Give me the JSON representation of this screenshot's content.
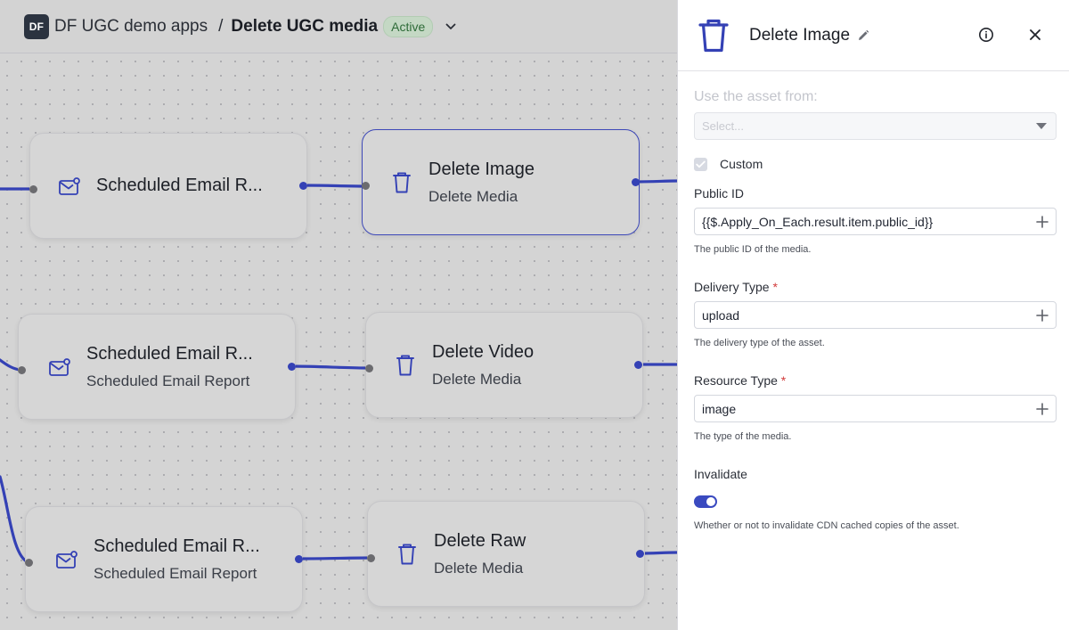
{
  "header": {
    "logo": "DF",
    "app_name": "DF UGC demo apps",
    "separator": "/",
    "flow_name": "Delete UGC media",
    "status": "Active"
  },
  "nodes": [
    {
      "title": "Scheduled Email R...",
      "subtitle": "",
      "icon": "email-gear-icon"
    },
    {
      "title": "Delete Image",
      "subtitle": "Delete Media",
      "icon": "trash-icon",
      "selected": true
    },
    {
      "title": "Scheduled Email R...",
      "subtitle": "Scheduled Email Report",
      "icon": "email-gear-icon"
    },
    {
      "title": "Delete Video",
      "subtitle": "Delete Media",
      "icon": "trash-icon"
    },
    {
      "title": "Scheduled Email R...",
      "subtitle": "Scheduled Email Report",
      "icon": "email-gear-icon"
    },
    {
      "title": "Delete Raw",
      "subtitle": "Delete Media",
      "icon": "trash-icon"
    }
  ],
  "panel": {
    "title": "Delete Image",
    "asset_label": "Use the asset from:",
    "asset_placeholder": "Select...",
    "custom_label": "Custom",
    "custom_checked": true,
    "public_id": {
      "label": "Public ID",
      "value": "{{$.Apply_On_Each.result.item.public_id}}",
      "help": "The public ID of the media."
    },
    "delivery_type": {
      "label": "Delivery Type",
      "required": "*",
      "value": "upload",
      "help": "The delivery type of the asset."
    },
    "resource_type": {
      "label": "Resource Type",
      "required": "*",
      "value": "image",
      "help": "The type of the media."
    },
    "invalidate": {
      "label": "Invalidate",
      "enabled": true,
      "help": "Whether or not to invalidate CDN cached copies of the asset."
    }
  },
  "colors": {
    "accent": "#3441b5",
    "toggle_on": "#3a4ac0",
    "status_badge_bg": "#c4d8c4",
    "status_badge_text": "#2e6b38",
    "required": "#d23a3a"
  }
}
